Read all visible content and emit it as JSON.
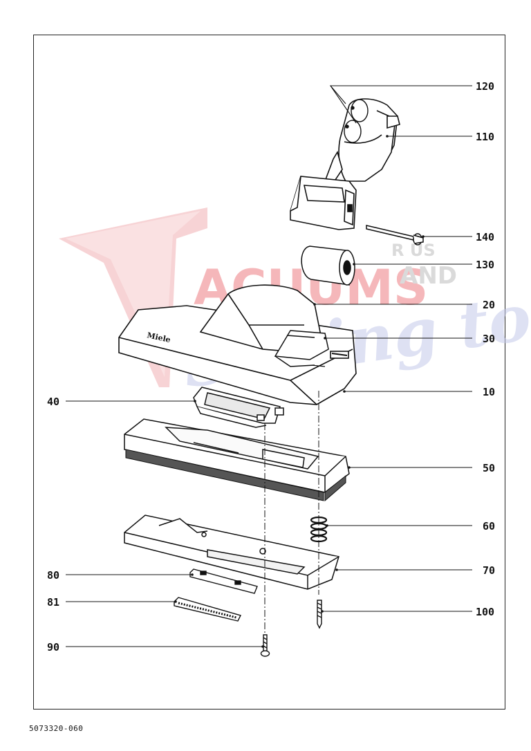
{
  "document_number": "5073320-060",
  "brand_mark": "Miele",
  "watermark": {
    "line1": "ACUUMS",
    "r_us": "R US",
    "and": "AND",
    "line2": "Sewing too"
  },
  "colors": {
    "watermark_red": "#e8343b",
    "watermark_blue": "#5f6fc0",
    "watermark_gray": "#8a8a8a",
    "line": "#111111"
  },
  "callouts": [
    {
      "id": "c120",
      "label": "120"
    },
    {
      "id": "c110",
      "label": "110"
    },
    {
      "id": "c140",
      "label": "140"
    },
    {
      "id": "c130",
      "label": "130"
    },
    {
      "id": "c20",
      "label": "20"
    },
    {
      "id": "c30",
      "label": "30"
    },
    {
      "id": "c10",
      "label": "10"
    },
    {
      "id": "c40",
      "label": "40"
    },
    {
      "id": "c50",
      "label": "50"
    },
    {
      "id": "c60",
      "label": "60"
    },
    {
      "id": "c70",
      "label": "70"
    },
    {
      "id": "c80",
      "label": "80"
    },
    {
      "id": "c81",
      "label": "81"
    },
    {
      "id": "c100",
      "label": "100"
    },
    {
      "id": "c90",
      "label": "90"
    }
  ]
}
